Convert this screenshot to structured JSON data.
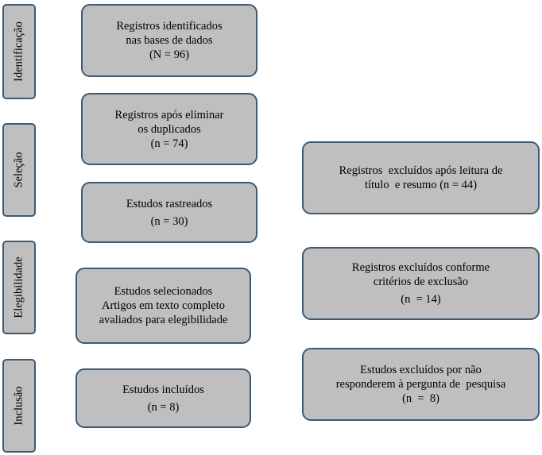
{
  "stages": {
    "identificacao": "Identificação",
    "selecao": "Seleção",
    "elegibilidade": "Elegibilidade",
    "inclusao": "Inclusão"
  },
  "main_boxes": {
    "identified": [
      "Registros identificados",
      "nas bases de dados",
      "(N = 96)"
    ],
    "after_duplicates": [
      "Registros após eliminar",
      "os duplicados",
      "(n = 74)"
    ],
    "screened": [
      "Estudos rastreados",
      "(n = 30)"
    ],
    "selected": [
      "Estudos selecionados",
      "Artigos em texto completo",
      "avaliados para elegibilidade"
    ],
    "included": [
      "Estudos incluídos",
      "(n = 8)"
    ]
  },
  "exclusion_boxes": {
    "title_abstract": [
      "Registros  excluídos após leitura de",
      "título  e resumo (n = 44)"
    ],
    "criteria": [
      "Registros excluídos conforme",
      "critérios de exclusão",
      "(n  = 14)"
    ],
    "research_question": [
      "Estudos excluídos por não",
      "responderem à pergunta de  pesquisa",
      "(n  =  8)"
    ]
  }
}
